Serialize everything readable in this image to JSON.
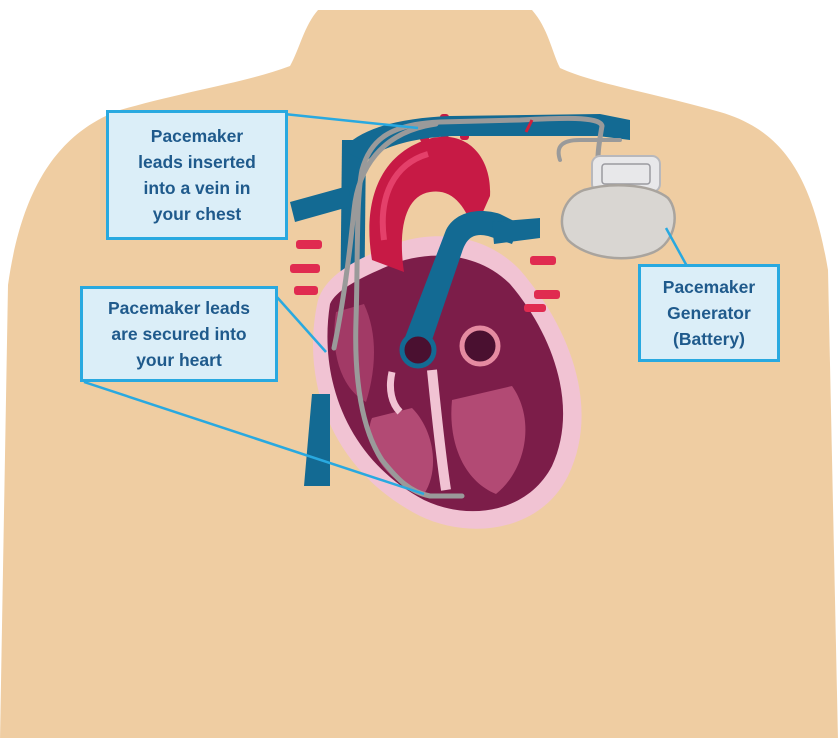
{
  "colors": {
    "background": "#ffffff",
    "skin": "#efcda2",
    "callout_fill": "#dbeef8",
    "callout_border": "#29a9e0",
    "callout_text": "#1f5a8c",
    "vein_blue": "#136a93",
    "heart_red": "#c71a45",
    "heart_dark": "#7c1d49",
    "heart_pink": "#f1c3d3",
    "lead_gray": "#9a9a9a",
    "device_gray": "#d9d6d2"
  },
  "callouts": {
    "vein": {
      "lines": [
        "Pacemaker",
        "leads inserted",
        "into a vein in",
        "your chest"
      ]
    },
    "heart": {
      "lines": [
        "Pacemaker leads",
        "are secured into",
        "your heart"
      ]
    },
    "generator": {
      "lines": [
        "Pacemaker",
        "Generator",
        "(Battery)"
      ]
    }
  },
  "icons": {
    "body": "torso-silhouette-icon",
    "heart": "heart-anatomy-icon",
    "device": "pacemaker-device-icon",
    "lead": "pacemaker-lead-icon"
  }
}
